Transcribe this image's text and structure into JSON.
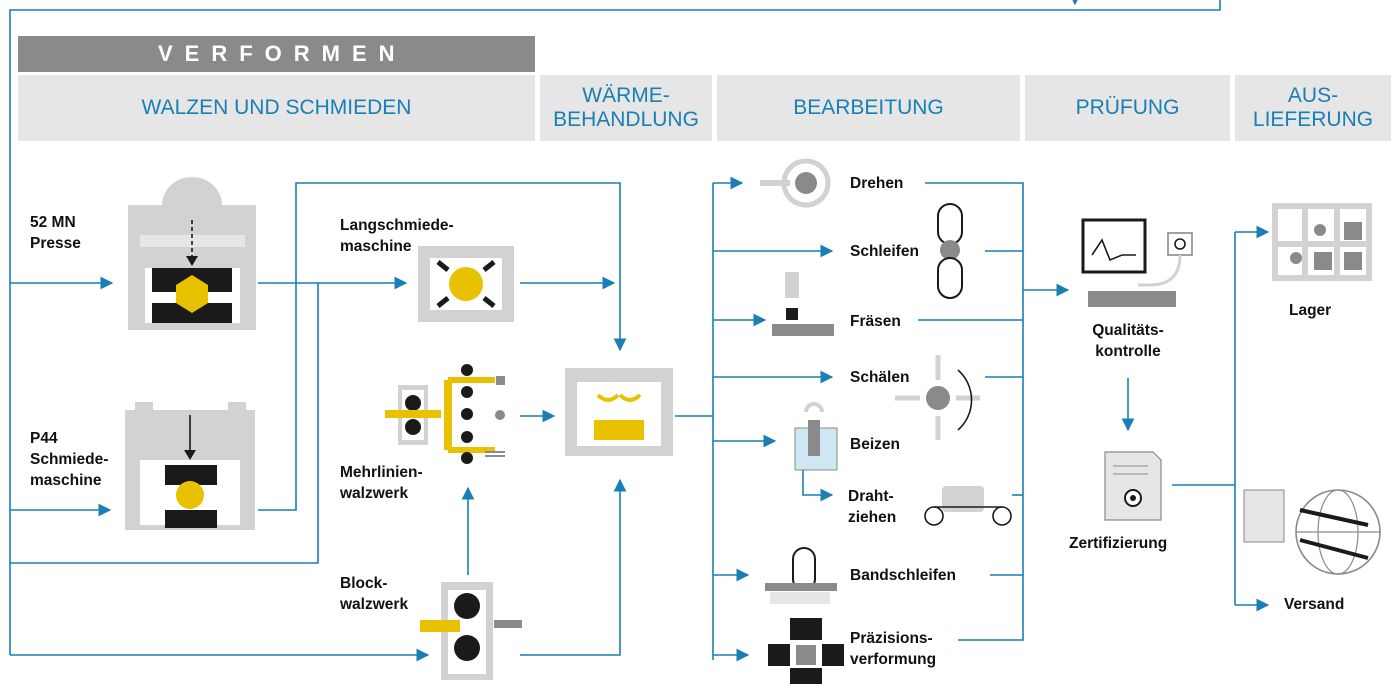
{
  "banner": "VERFORMEN",
  "stages": {
    "walzen": "WALZEN UND SCHMIEDEN",
    "waerme_1": "WÄRME-",
    "waerme_2": "BEHANDLUNG",
    "bearbeitung": "BEARBEITUNG",
    "pruefung": "PRÜFUNG",
    "aus_1": "AUS-",
    "aus_2": "LIEFERUNG"
  },
  "machines": {
    "presse_1": "52 MN",
    "presse_2": "Presse",
    "p44_1": "P44",
    "p44_2": "Schmiede-",
    "p44_3": "maschine",
    "lang_1": "Langschmiede-",
    "lang_2": "maschine",
    "mehr_1": "Mehrlinien-",
    "mehr_2": "walzwerk",
    "block_1": "Block-",
    "block_2": "walzwerk"
  },
  "processes": {
    "drehen": "Drehen",
    "schleifen": "Schleifen",
    "fraesen": "Fräsen",
    "schaelen": "Schälen",
    "beizen": "Beizen",
    "draht_1": "Draht-",
    "draht_2": "ziehen",
    "band": "Bandschleifen",
    "praez_1": "Präzisions-",
    "praez_2": "verformung"
  },
  "quality": {
    "qk_1": "Qualitäts-",
    "qk_2": "kontrolle",
    "zert": "Zertifizierung"
  },
  "delivery": {
    "lager": "Lager",
    "versand": "Versand"
  },
  "colors": {
    "flow_line": "#1a7fb5",
    "stage_bg": "#e6e6e6",
    "banner_bg": "#8a8a8a",
    "accent_yellow": "#e8c200",
    "machine_grey": "#cfcfcf",
    "machine_dark": "#1a1a1a"
  }
}
